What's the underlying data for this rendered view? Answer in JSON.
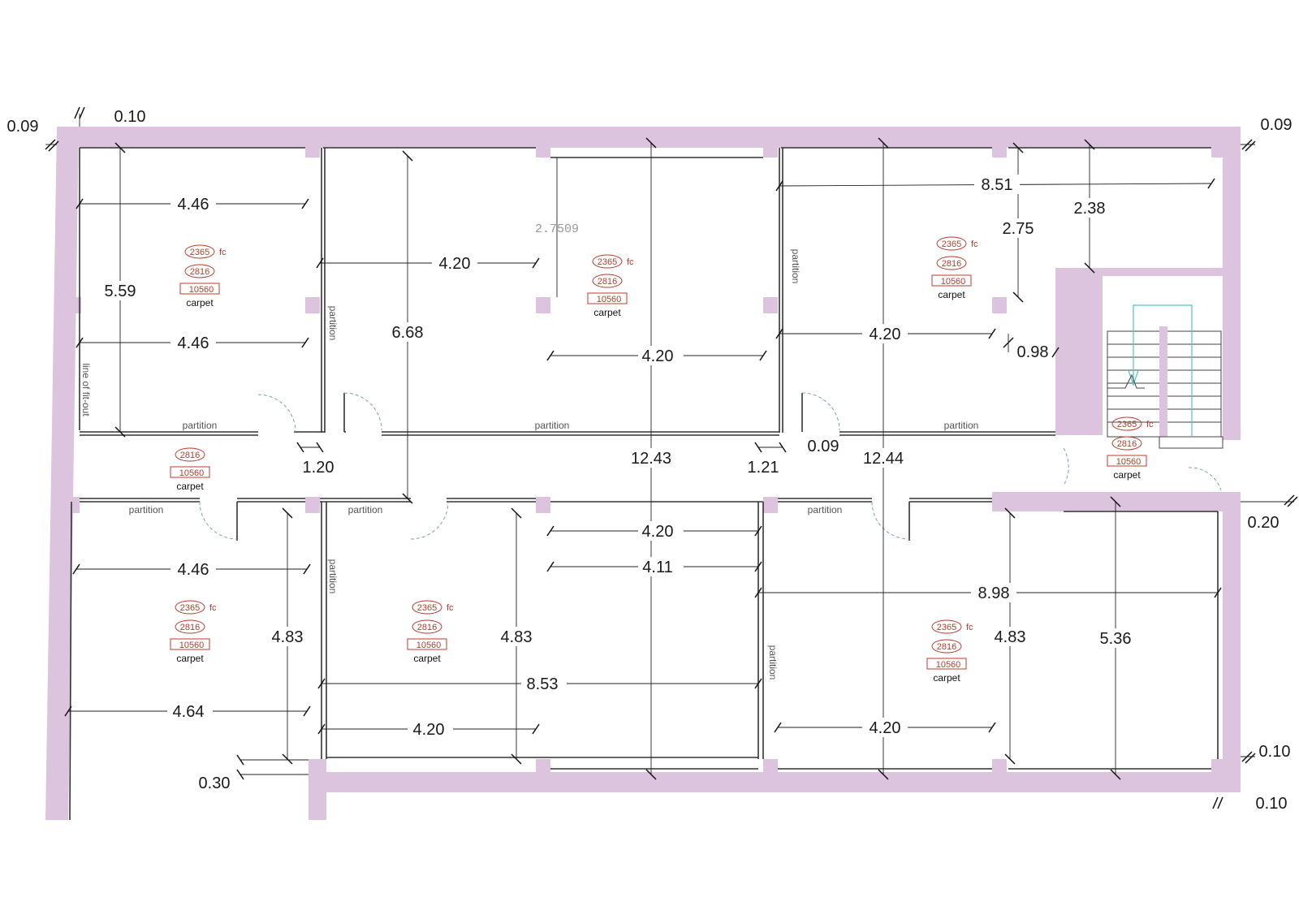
{
  "colors": {
    "wall": "#dcc4de",
    "tag": "#c0392b",
    "stair_arrow": "#4fc3c8"
  },
  "labels": {
    "partition": "partition",
    "line_of_fitout": "line of fit-out",
    "carpet": "carpet",
    "fc": "fc",
    "tag_a": "2365",
    "tag_b": "2816",
    "tag_c": "10560",
    "grey_dim": "2.7509"
  },
  "dimensions": {
    "d_0_09_tl": "0.09",
    "d_0_10_t": "0.10",
    "d_0_09_tr": "0.09",
    "d_4_46_a": "4.46",
    "d_5_59": "5.59",
    "d_4_46_b": "4.46",
    "d_4_20_a": "4.20",
    "d_6_68": "6.68",
    "d_4_20_b": "4.20",
    "d_8_51": "8.51",
    "d_2_38": "2.38",
    "d_2_75": "2.75",
    "d_4_20_c": "4.20",
    "d_0_98": "0.98",
    "d_1_20": "1.20",
    "d_12_43": "12.43",
    "d_1_21": "1.21",
    "d_0_09_m": "0.09",
    "d_12_44": "12.44",
    "d_4_20_d": "4.20",
    "d_4_11": "4.11",
    "d_0_20": "0.20",
    "d_8_98": "8.98",
    "d_4_46_c": "4.46",
    "d_4_83_a": "4.83",
    "d_4_83_b": "4.83",
    "d_4_83_c": "4.83",
    "d_5_36": "5.36",
    "d_8_53": "8.53",
    "d_4_64": "4.64",
    "d_4_20_e": "4.20",
    "d_4_20_f": "4.20",
    "d_0_30": "0.30",
    "d_0_10_br1": "0.10",
    "d_0_10_br2": "0.10"
  }
}
